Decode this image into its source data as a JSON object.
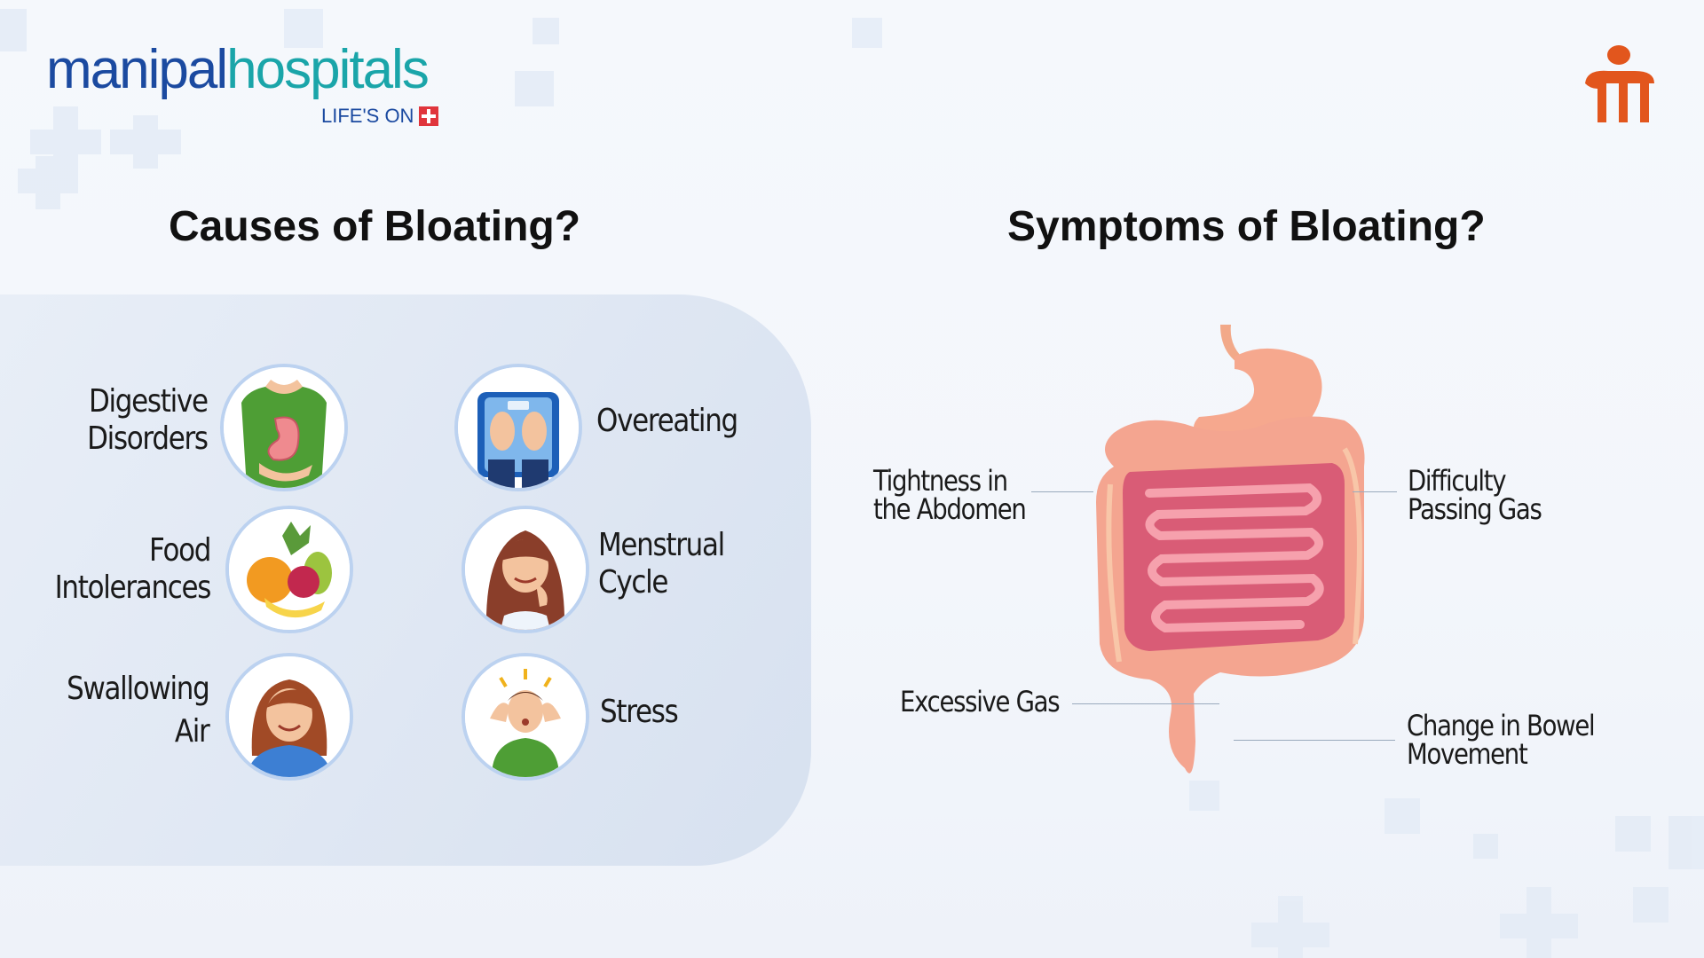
{
  "brand": {
    "name_part1": "manipal",
    "name_part2": "hospitals",
    "tagline": "LIFE'S ON",
    "colors": {
      "navy": "#1b4aa0",
      "teal": "#1aa5a9",
      "red": "#e0353c",
      "orange": "#e2561d"
    }
  },
  "causes": {
    "heading": "Causes of Bloating?",
    "items": [
      {
        "lines": [
          "Digestive",
          "Disorders"
        ],
        "icon": "stomach-person-icon"
      },
      {
        "lines": [
          "Overeating"
        ],
        "icon": "weighing-scale-icon"
      },
      {
        "lines": [
          "Food",
          "Intolerances"
        ],
        "icon": "food-basket-icon"
      },
      {
        "lines": [
          "Menstrual",
          "Cycle"
        ],
        "icon": "woman-pain-icon"
      },
      {
        "lines": [
          "Swallowing",
          "Air"
        ],
        "icon": "smiling-woman-icon"
      },
      {
        "lines": [
          "Stress"
        ],
        "icon": "stressed-man-icon"
      }
    ]
  },
  "symptoms": {
    "heading": "Symptoms of Bloating?",
    "items": [
      {
        "lines": [
          "Tightness in",
          "the Abdomen"
        ]
      },
      {
        "lines": [
          "Difficulty",
          "Passing Gas"
        ]
      },
      {
        "lines": [
          "Excessive Gas"
        ]
      },
      {
        "lines": [
          "Change in Bowel",
          "Movement"
        ]
      }
    ],
    "illustration": "intestine-icon"
  }
}
